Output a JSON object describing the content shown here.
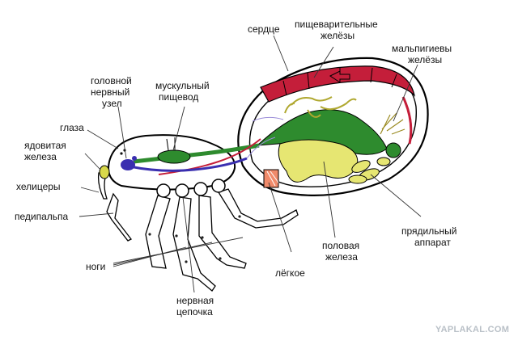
{
  "labels": {
    "heart": "сердце",
    "digestive_glands_1": "пищеварительные",
    "digestive_glands_2": "желёзы",
    "malpighian_1": "мальпигиевы",
    "malpighian_2": "желёзы",
    "head_ganglion_1": "головной",
    "head_ganglion_2": "нервный",
    "head_ganglion_3": "узел",
    "esophagus_1": "мускульный",
    "esophagus_2": "пищевод",
    "eyes": "глаза",
    "venom_gland_1": "ядовитая",
    "venom_gland_2": "железа",
    "chelicerae": "хелицеры",
    "pedipalp": "педипальпа",
    "legs": "ноги",
    "nerve_chain_1": "нервная",
    "nerve_chain_2": "цепочка",
    "lung": "лёгкое",
    "sex_gland_1": "половая",
    "sex_gland_2": "железа",
    "spinning_1": "прядильный",
    "spinning_2": "аппарат"
  },
  "watermark": "YAPLAKAL.COM",
  "colors": {
    "heart": "#c41e3a",
    "gut": "#2e8b2e",
    "digestive_gland": "#d8d84a",
    "sex_gland": "#dede6a",
    "nerve": "#3a2fb0",
    "lung": "#f08a6a",
    "outline": "#000000"
  }
}
